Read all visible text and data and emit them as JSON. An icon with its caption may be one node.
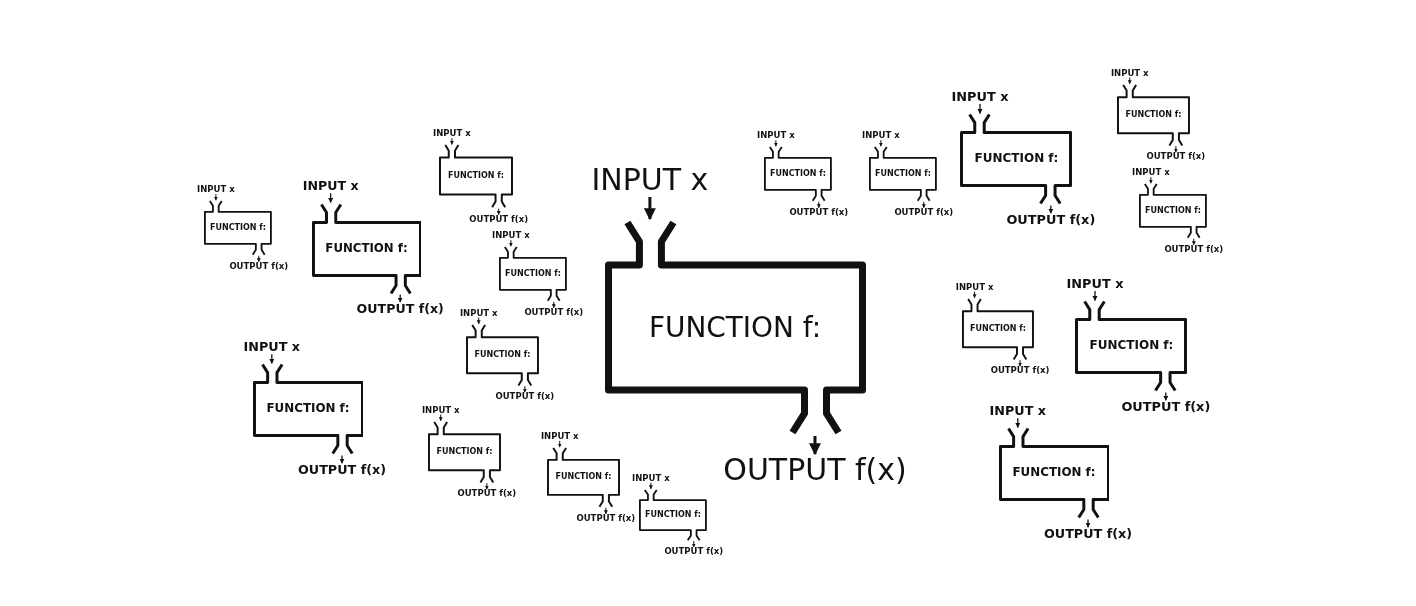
{
  "diagram": {
    "nodes": [
      {
        "text": [
          "INPUT x"
        ]
      },
      {
        "text": [
          "FUNCTION f:"
        ]
      },
      {
        "text": [
          "OUTPUT f(x)"
        ]
      },
      {
        "text": [
          "INPUT x"
        ]
      },
      {
        "text": [
          "FUNCTION f:"
        ]
      },
      {
        "text": [
          "OUTPUT f(x)"
        ]
      },
      {
        "text": [
          "INPUT x"
        ]
      },
      {
        "text": [
          "FUNCTION f:"
        ]
      },
      {
        "text": [
          "OUTPUT f(x)"
        ]
      },
      {
        "text": [
          "INPUT x"
        ]
      },
      {
        "text": [
          "FUNCTION f:"
        ]
      },
      {
        "text": [
          "OUTPUT f(x)"
        ]
      },
      {
        "text": [
          "INPUT x"
        ]
      },
      {
        "text": [
          "FUNCTION f:"
        ]
      },
      {
        "text": [
          "OUTPUT f(x)"
        ]
      },
      {
        "text": [
          "INPUT x"
        ]
      },
      {
        "text": [
          "FUNCTION f:"
        ]
      },
      {
        "text": [
          "OUTPUT f(x)"
        ]
      },
      {
        "text": [
          "INPUT x"
        ]
      },
      {
        "text": [
          "FUNCTION f:"
        ]
      },
      {
        "text": [
          "OUTPUT f(x)"
        ]
      },
      {
        "text": [
          "INPUT x"
        ]
      },
      {
        "text": [
          "FUNCTION f:"
        ]
      },
      {
        "text": [
          "OUTPUT f(x)"
        ]
      },
      {
        "text": [
          "INPUT x"
        ]
      },
      {
        "text": [
          "FUNCTION f:"
        ]
      },
      {
        "text": [
          "OUTPUT f(x)"
        ]
      },
      {
        "text": [
          "INPUT x"
        ]
      },
      {
        "text": [
          "FUNCTION f:"
        ]
      },
      {
        "text": [
          "OUTPUT f(x)"
        ]
      },
      {
        "text": [
          "INPUT x"
        ]
      },
      {
        "text": [
          "FUNCTION f:"
        ]
      },
      {
        "text": [
          "OUTPUT f(x)"
        ]
      },
      {
        "text": [
          "INPUT x"
        ]
      },
      {
        "text": [
          "FUNCTION f:"
        ]
      },
      {
        "text": [
          "OUTPUT f(x)"
        ]
      },
      {
        "text": [
          "INPUT x"
        ]
      },
      {
        "text": [
          "FUNCTION f:"
        ]
      },
      {
        "text": [
          "OUTPUT f(x)"
        ]
      },
      {
        "text": [
          "INPUT x"
        ]
      },
      {
        "text": [
          "FUNCTION f:"
        ]
      },
      {
        "text": [
          "OUTPUT f(x)"
        ]
      },
      {
        "text": [
          "INPUT x"
        ]
      },
      {
        "text": [
          "FUNCTION f:"
        ]
      },
      {
        "text": [
          "OUTPUT f(x)"
        ]
      },
      {
        "text": [
          "INPUT x"
        ]
      },
      {
        "text": [
          "FUNCTION f:"
        ]
      },
      {
        "text": [
          "OUTPUT f(x)"
        ]
      },
      {
        "text": [
          "INPUT x"
        ]
      },
      {
        "text": [
          "FUNCTION f:"
        ]
      },
      {
        "text": [
          "OUTPUT f(x)"
        ]
      },
      {
        "text": [
          "INPUT x"
        ]
      },
      {
        "text": [
          "FUNCTION f:"
        ]
      },
      {
        "text": [
          "OUTPUT f(x)"
        ]
      }
    ],
    "edges": [
      {
        "from": 0,
        "to": 1,
        "arrow": "to"
      },
      {
        "from": 1,
        "to": 2,
        "arrow": "to"
      },
      {
        "from": 3,
        "to": 4,
        "arrow": "to"
      },
      {
        "from": 4,
        "to": 5,
        "arrow": "to"
      },
      {
        "from": 6,
        "to": 7,
        "arrow": "to"
      },
      {
        "from": 7,
        "to": 8,
        "arrow": "to"
      },
      {
        "from": 9,
        "to": 10,
        "arrow": "to"
      },
      {
        "from": 10,
        "to": 11,
        "arrow": "to"
      },
      {
        "from": 12,
        "to": 13,
        "arrow": "to"
      },
      {
        "from": 13,
        "to": 14,
        "arrow": "to"
      },
      {
        "from": 15,
        "to": 16,
        "arrow": "to"
      },
      {
        "from": 16,
        "to": 17,
        "arrow": "to"
      },
      {
        "from": 18,
        "to": 19,
        "arrow": "to"
      },
      {
        "from": 19,
        "to": 20,
        "arrow": "to"
      },
      {
        "from": 21,
        "to": 22,
        "arrow": "to"
      },
      {
        "from": 22,
        "to": 23,
        "arrow": "to"
      },
      {
        "from": 24,
        "to": 25,
        "arrow": "to"
      },
      {
        "from": 25,
        "to": 26,
        "arrow": "to"
      },
      {
        "from": 27,
        "to": 28,
        "arrow": "to"
      },
      {
        "from": 28,
        "to": 29,
        "arrow": "to"
      },
      {
        "from": 30,
        "to": 31,
        "arrow": "to"
      },
      {
        "from": 31,
        "to": 32,
        "arrow": "to"
      },
      {
        "from": 33,
        "to": 34,
        "arrow": "to"
      },
      {
        "from": 34,
        "to": 35,
        "arrow": "to"
      },
      {
        "from": 36,
        "to": 37,
        "arrow": "to"
      },
      {
        "from": 37,
        "to": 38,
        "arrow": "to"
      },
      {
        "from": 39,
        "to": 40,
        "arrow": "to"
      },
      {
        "from": 40,
        "to": 41,
        "arrow": "to"
      },
      {
        "from": 42,
        "to": 43,
        "arrow": "to"
      },
      {
        "from": 43,
        "to": 44,
        "arrow": "to"
      },
      {
        "from": 45,
        "to": 46,
        "arrow": "to"
      },
      {
        "from": 46,
        "to": 47,
        "arrow": "to"
      },
      {
        "from": 48,
        "to": 49,
        "arrow": "to"
      },
      {
        "from": 49,
        "to": 50,
        "arrow": "to"
      },
      {
        "from": 51,
        "to": 52,
        "arrow": "to"
      },
      {
        "from": 52,
        "to": 53,
        "arrow": "to"
      }
    ]
  }
}
